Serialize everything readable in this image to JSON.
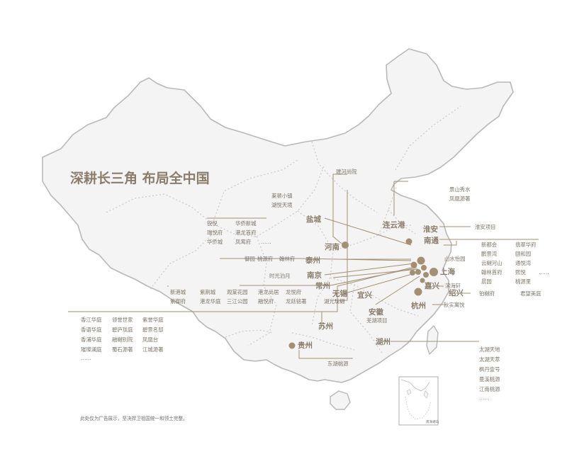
{
  "headline": "深耕长三角 布局全中国",
  "footnote": "此处仅为广告展示，坚决捍卫祖国统一和领土完整。",
  "inset_label": "南海诸岛",
  "more_mark": "……",
  "colors": {
    "accent": "#a58f72",
    "land": "#f4f4f4",
    "border": "#b8b8b8",
    "text": "#8a7d6b"
  },
  "cities": {
    "lianyungang": "连云港",
    "huaian": "淮安",
    "yancheng": "盐城",
    "henan": "河南",
    "taizhou": "泰州",
    "nantong": "南通",
    "shanghai": "上海",
    "nanjing": "南京",
    "changzhou": "常州",
    "wuxi": "无锡",
    "yixing": "宜兴",
    "jiaxing": "嘉兴",
    "shaoxing": "绍兴",
    "anhui": "安徽",
    "hangzhou": "杭州",
    "suzhou": "苏州",
    "guizhou": "贵州",
    "huzhou": "湖州"
  },
  "projects": {
    "henan": [
      "建河尚院"
    ],
    "lianyungang": [
      "景山秀水",
      "凤凰源著"
    ],
    "huaian": [
      "淮安项目"
    ],
    "yancheng": [
      "莱顿小镇",
      "湖悦天境"
    ],
    "taizhou": [
      "锐悦",
      "华侨新城",
      "瑞悦府",
      "港龙首府",
      "华侨城",
      "凤鸾府",
      "御园",
      "桃源府",
      "翰林府"
    ],
    "nantong": [
      "新都会",
      "翡翠华府",
      "鹏景湾",
      "颐和园",
      "云樾河山",
      "通悦湾",
      "翰林首府",
      "熙悦",
      "晨园",
      "桃源里"
    ],
    "shanghai": [
      "山水怡园"
    ],
    "nanjing": [
      "时光泊月"
    ],
    "changzhou": [
      "新港城",
      "紫荆城",
      "观棠花园",
      "港龙尚居",
      "龙悦府",
      "紫御府",
      "港龙华庭",
      "三江公园",
      "融悦府",
      "龙廷铭著"
    ],
    "jiaxing": [
      "滨海轩"
    ],
    "shaoxing": [
      "铂樾府",
      "君望美庭"
    ],
    "wuxi": [
      "湖光珑樾"
    ],
    "anhui": [
      "芜湖项目"
    ],
    "hangzhou": [
      "秋实寓悦"
    ],
    "suzhou": [
      "香江华庭",
      "领誉世家",
      "紫誉华庭",
      "香语华庭",
      "碧庐珑庭",
      "碧景名邸",
      "香浦华庭",
      "融樾别院",
      "凤凰台",
      "璀璨澜庭",
      "蜀石源著",
      "江城源著"
    ],
    "guizhou": [
      "东湖桃源"
    ],
    "huzhou": [
      "太湖天地",
      "太湖天萃",
      "枫丹壹号",
      "曼溪桃源",
      "江南桃源"
    ]
  }
}
